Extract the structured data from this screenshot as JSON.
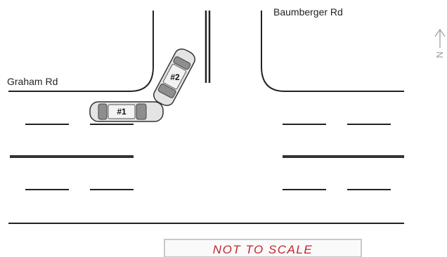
{
  "roads": {
    "west_east": "Graham Rd",
    "north_south": "Baumberger Rd"
  },
  "vehicles": [
    {
      "label": "#1"
    },
    {
      "label": "#2"
    }
  ],
  "north_arrow": {
    "letter": "N"
  },
  "scale_note": "NOT TO SCALE",
  "colors": {
    "road_line": "#222222",
    "vehicle_body": "#e4e4e4",
    "vehicle_window": "#8e8e8e",
    "scale_text": "#c0262d",
    "scale_box": "#c8c8c8"
  }
}
